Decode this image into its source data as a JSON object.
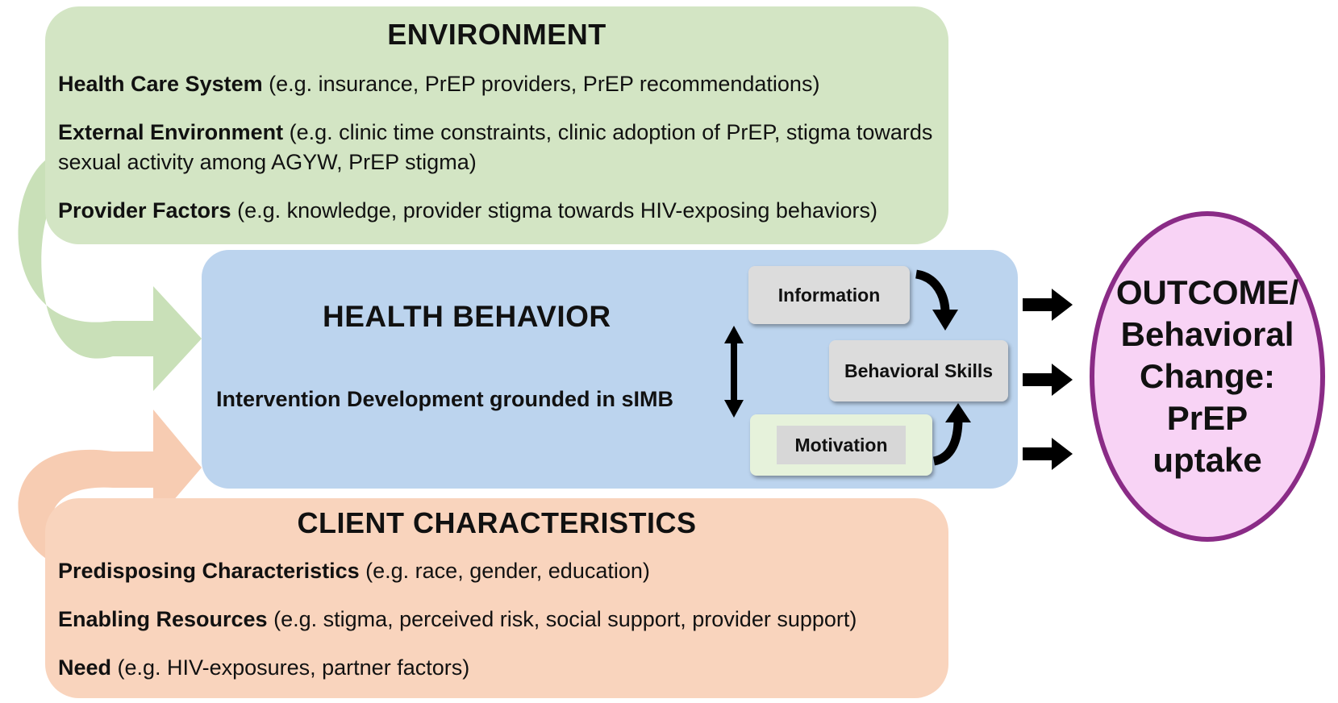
{
  "environment": {
    "title": "ENVIRONMENT",
    "items": [
      {
        "label": "Health Care System",
        "detail": " (e.g. insurance, PrEP providers, PrEP recommendations)"
      },
      {
        "label": "External Environment",
        "detail": " (e.g. clinic time constraints, clinic adoption of PrEP, stigma towards sexual activity among AGYW, PrEP stigma)"
      },
      {
        "label": "Provider Factors",
        "detail": " (e.g. knowledge, provider stigma towards HIV-exposing behaviors)"
      }
    ]
  },
  "health_behavior": {
    "title": "HEALTH BEHAVIOR",
    "subtitle": "Intervention Development grounded in sIMB",
    "imb": {
      "information": "Information",
      "behavioral_skills": "Behavioral Skills",
      "motivation": "Motivation"
    }
  },
  "client": {
    "title": "CLIENT CHARACTERISTICS",
    "items": [
      {
        "label": "Predisposing Characteristics",
        "detail": " (e.g. race, gender, education)"
      },
      {
        "label": "Enabling Resources",
        "detail": " (e.g. stigma, perceived risk, social support, provider support)"
      },
      {
        "label": "Need",
        "detail": " (e.g. HIV-exposures, partner factors)"
      }
    ]
  },
  "outcome": {
    "lines": [
      "OUTCOME/",
      "Behavioral",
      "Change:",
      "PrEP",
      "uptake"
    ]
  },
  "colors": {
    "environment": "#d3e5c4",
    "environment_arrow": "#c9e0b8",
    "client": "#f9d4bd",
    "client_arrow": "#f7ccb2",
    "health_behavior": "#bcd4ee",
    "outcome_fill": "#f8d3f5",
    "outcome_border": "#8a2b86"
  }
}
